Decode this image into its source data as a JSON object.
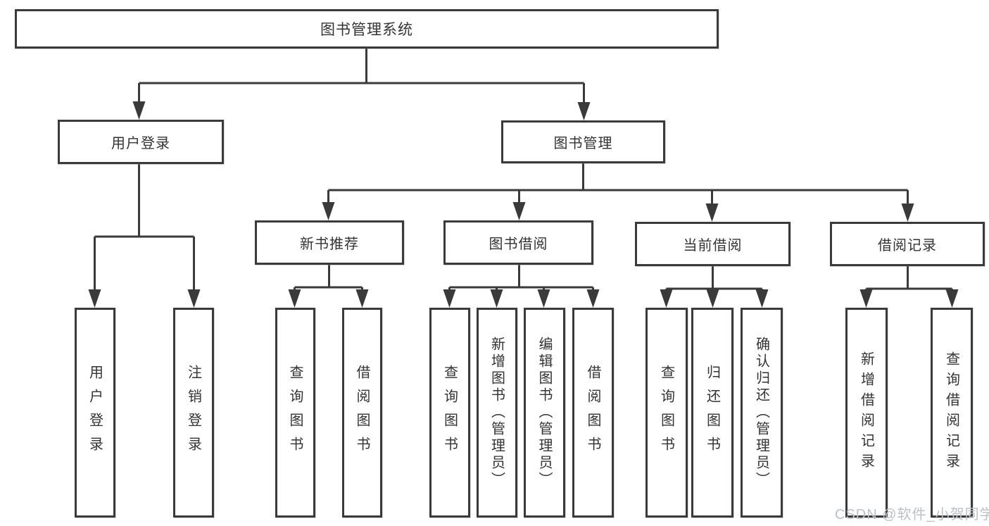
{
  "diagram": {
    "title": "图书管理系统",
    "level2": [
      "用户登录",
      "图书管理"
    ],
    "level3": [
      "新书推荐",
      "图书借阅",
      "当前借阅",
      "借阅记录"
    ],
    "leaves": [
      "用户登录",
      "注销登录",
      "查询图书",
      "借阅图书",
      "查询图书",
      "新增图书（管理员）",
      "编辑图书（管理员）",
      "借阅图书",
      "查询图书",
      "归还图书",
      "确认归还（管理员）",
      "新增借阅记录",
      "查询借阅记录"
    ]
  },
  "watermark": "CSDN @软件_小贺同学",
  "colors": {
    "line": "#3a3a3a",
    "text": "#333333",
    "background": "#ffffff",
    "watermark": "#bdc1c5"
  }
}
